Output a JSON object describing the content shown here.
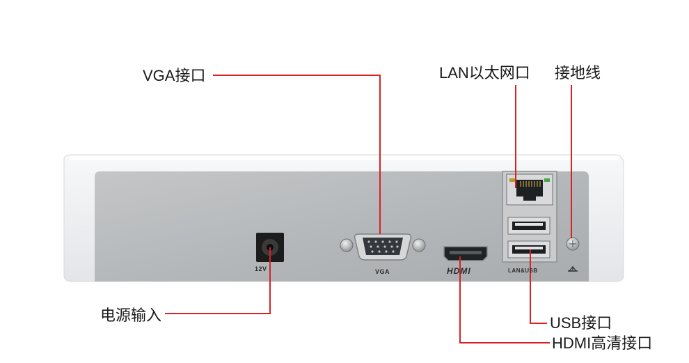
{
  "callouts": {
    "vga": "VGA接口",
    "lan": "LAN以太网口",
    "ground": "接地线",
    "power": "电源输入",
    "usb": "USB接口",
    "hdmi": "HDMI高清接口"
  },
  "panel_print": {
    "power": "12V",
    "vga": "VGA",
    "hdmi": "HDMI",
    "lan_usb": "LAN&USB"
  },
  "colors": {
    "callout_line": "#d62222",
    "panel": "#b9bcbe",
    "casing": "#f2f3f5"
  }
}
